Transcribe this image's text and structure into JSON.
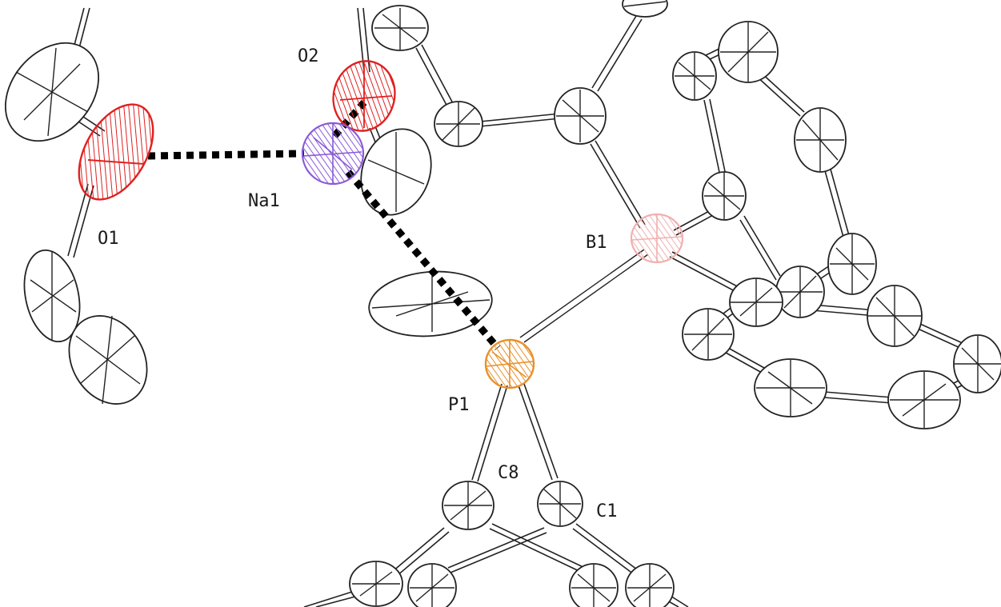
{
  "figure": {
    "type": "ORTEP molecular structure",
    "colors": {
      "oxygen": "#e02020",
      "sodium": "#8a5ad8",
      "phosphorus": "#e8902a",
      "boron": "#f0b0b0",
      "carbon": "#222222",
      "contact": "#000000"
    }
  },
  "atoms": {
    "O1": "O1",
    "O2": "O2",
    "Na1": "Na1",
    "B1": "B1",
    "P1": "P1",
    "C8": "C8",
    "C1": "C1"
  }
}
